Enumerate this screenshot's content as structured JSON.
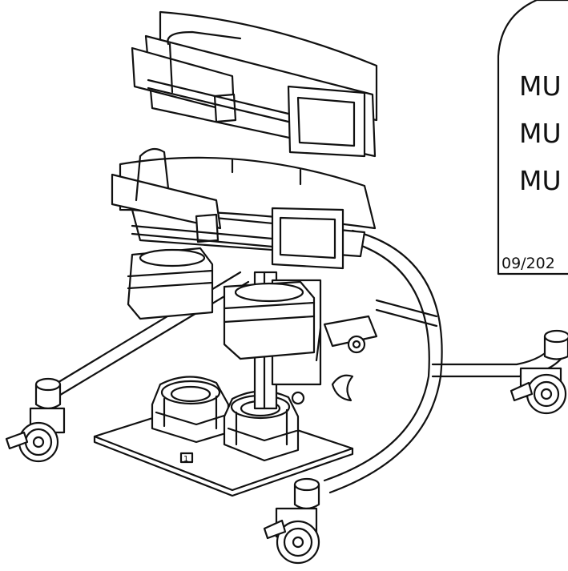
{
  "label_panel": {
    "lines": [
      "MU",
      "MU",
      "MU"
    ],
    "date": "09/202"
  },
  "figure": {
    "footplate_marker": "1"
  }
}
